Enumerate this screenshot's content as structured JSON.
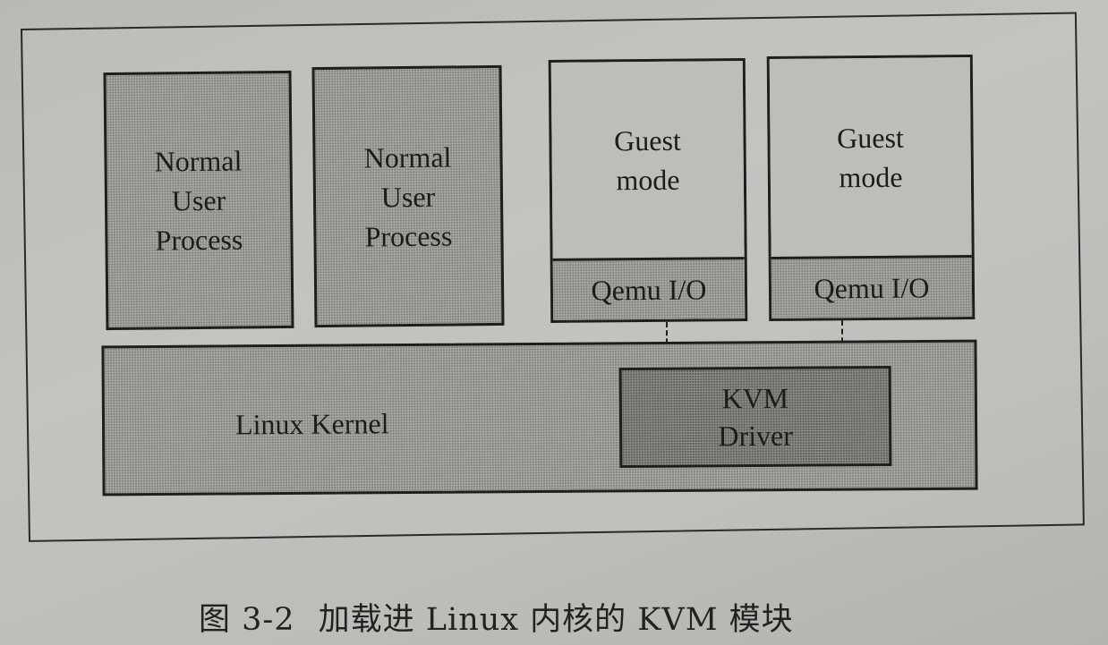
{
  "diagram": {
    "boxes": {
      "normal_user_process_1": {
        "lines": [
          "Normal",
          "User",
          "Process"
        ]
      },
      "normal_user_process_2": {
        "lines": [
          "Normal",
          "User",
          "Process"
        ]
      },
      "guest_1": {
        "lines": [
          "Guest",
          "mode"
        ],
        "io_label": "Qemu I/O"
      },
      "guest_2": {
        "lines": [
          "Guest",
          "mode"
        ],
        "io_label": "Qemu I/O"
      },
      "linux_kernel": {
        "label": "Linux Kernel"
      },
      "kvm_driver": {
        "lines": [
          "KVM",
          "Driver"
        ]
      }
    },
    "connections": [
      {
        "from": "guest_1.io",
        "to": "kvm_driver",
        "style": "dashed"
      },
      {
        "from": "guest_2.io",
        "to": "kvm_driver",
        "style": "dashed"
      }
    ]
  },
  "caption": {
    "figure_number": "图 3-2",
    "text": "加载进 Linux 内核的 KVM 模块"
  }
}
